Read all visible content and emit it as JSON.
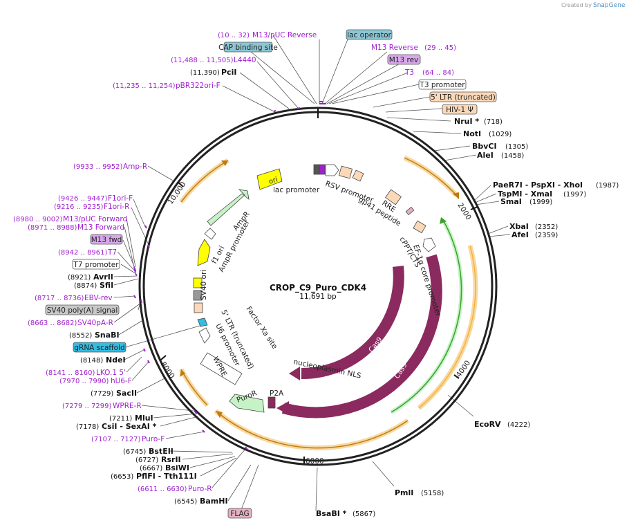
{
  "credit": {
    "prefix": "Created by",
    "brand": "SnapGene"
  },
  "plasmid": {
    "name": "CROP_C9_Puro_CDK4",
    "size": "11,691 bp"
  },
  "ticks": [
    "2000",
    "4000",
    "6000",
    "8000",
    "10,000"
  ],
  "colors": {
    "primer": "#a020d0",
    "cas9": "#8b2a5e",
    "green_feature": "#c6f3c6",
    "promoter_white": "#ffffff",
    "ori": "#ffff00",
    "ltr": "#fbd8b8",
    "orange_arc": "#f7b13c",
    "green_arc": "#3aa02a",
    "label_blue": "#8cc6d4",
    "label_gray": "#c8c8c8",
    "label_purple": "#d9a8ec",
    "label_cyan": "#33bde3",
    "label_pink": "#e3b0c4"
  },
  "features_inner": [
    "ori",
    "lac promoter",
    "RSV promoter",
    "RRE",
    "gp41 peptide",
    "cPPT/CTS",
    "EF-1α core promoter",
    "Cas9",
    "Cas9",
    "nucleoplasmin NLS",
    "P2A",
    "PuroR",
    "WPRE",
    "U6 promoter",
    "5' LTR (truncated)",
    "Factor Xa site",
    "SV40 ori",
    "AmpR promoter",
    "f1 ori",
    "AmpR"
  ],
  "boxed_labels": {
    "lac_operator": "lac operator",
    "cap": "CAP binding site",
    "m13rev": "M13 rev",
    "t3prom": "T3 promoter",
    "ltr": "5' LTR (truncated)",
    "hiv": "HIV-1 Ψ",
    "m13fwd": "M13 fwd",
    "t7prom": "T7 promoter",
    "sv40pa": "SV40 poly(A) signal",
    "grna": "gRNA scaffold",
    "flag": "FLAG"
  },
  "primers": {
    "m13puc_rev": {
      "range": "(10 .. 32)",
      "name": "M13/pUC Reverse"
    },
    "l4440": {
      "range": "(11,488 .. 11,505)",
      "name": "L4440"
    },
    "pbr322": {
      "range": "(11,235 .. 11,254)",
      "name": "pBR322ori-F"
    },
    "m13reverse": {
      "name": "M13 Reverse",
      "range": "(29 .. 45)"
    },
    "t3": {
      "name": "T3",
      "range": "(64 .. 84)"
    },
    "ampr": {
      "range": "(9933 .. 9952)",
      "name": "Amp-R"
    },
    "f1orif": {
      "range": "(9426 .. 9447)",
      "name": "F1ori-F"
    },
    "f1orir": {
      "range": "(9216 .. 9235)",
      "name": "F1ori-R"
    },
    "m13pucfwd": {
      "range": "(8980 .. 9002)",
      "name": "M13/pUC Forward"
    },
    "m13forward": {
      "range": "(8971 .. 8988)",
      "name": "M13 Forward"
    },
    "t7": {
      "range": "(8942 .. 8961)",
      "name": "T7"
    },
    "ebvrev": {
      "range": "(8717 .. 8736)",
      "name": "EBV-rev"
    },
    "sv40par": {
      "range": "(8663 .. 8682)",
      "name": "SV40pA-R"
    },
    "lko": {
      "range": "(8141 .. 8160)",
      "name": "LKO.1 5'"
    },
    "hu6": {
      "range": "(7970 .. 7990)",
      "name": "hU6-F"
    },
    "wprer": {
      "range": "(7279 .. 7299)",
      "name": "WPRE-R"
    },
    "purof": {
      "range": "(7107 .. 7127)",
      "name": "Puro-F"
    },
    "puror": {
      "range": "(6611 .. 6630)",
      "name": "Puro-R"
    }
  },
  "enzymes": {
    "pcii": {
      "pos": "(11,390)",
      "name": "PciI"
    },
    "nrui": {
      "name": "NruI *",
      "pos": "(718)"
    },
    "noti": {
      "name": "NotI",
      "pos": "(1029)"
    },
    "bbvci": {
      "name": "BbvCI",
      "pos": "(1305)"
    },
    "alei": {
      "name": "AleI",
      "pos": "(1458)"
    },
    "paer7i": {
      "name": "PaeR7I   - PspXI   - XhoI",
      "pos": "(1987)"
    },
    "tspmi": {
      "name": "TspMI   - XmaI",
      "pos": "(1997)"
    },
    "smai": {
      "name": "SmaI",
      "pos": "(1999)"
    },
    "xbai": {
      "name": "XbaI",
      "pos": "(2352)"
    },
    "afei": {
      "name": "AfeI",
      "pos": "(2359)"
    },
    "ecorv": {
      "name": "EcoRV",
      "pos": "(4222)"
    },
    "pmli": {
      "name": "PmlI",
      "pos": "(5158)"
    },
    "bsabi": {
      "name": "BsaBI *",
      "pos": "(5867)"
    },
    "avrii": {
      "pos": "(8921)",
      "name": "AvrII"
    },
    "sfii": {
      "pos": "(8874)",
      "name": "SfiI"
    },
    "snabi": {
      "pos": "(8552)",
      "name": "SnaBI"
    },
    "ndei": {
      "pos": "(8148)",
      "name": "NdeI"
    },
    "sacii": {
      "pos": "(7729)",
      "name": "SacII"
    },
    "mlui": {
      "pos": "(7211)",
      "name": "MluI"
    },
    "csii": {
      "pos": "(7178)",
      "name": "CsiI   - SexAI *"
    },
    "bsteii": {
      "pos": "(6745)",
      "name": "BstEII"
    },
    "rsrii": {
      "pos": "(6727)",
      "name": "RsrII"
    },
    "bsiwi": {
      "pos": "(6667)",
      "name": "BsiWI"
    },
    "pflfi": {
      "pos": "(6653)",
      "name": "PflFI   - Tth111I"
    },
    "bamhi": {
      "pos": "(6545)",
      "name": "BamHI"
    }
  }
}
